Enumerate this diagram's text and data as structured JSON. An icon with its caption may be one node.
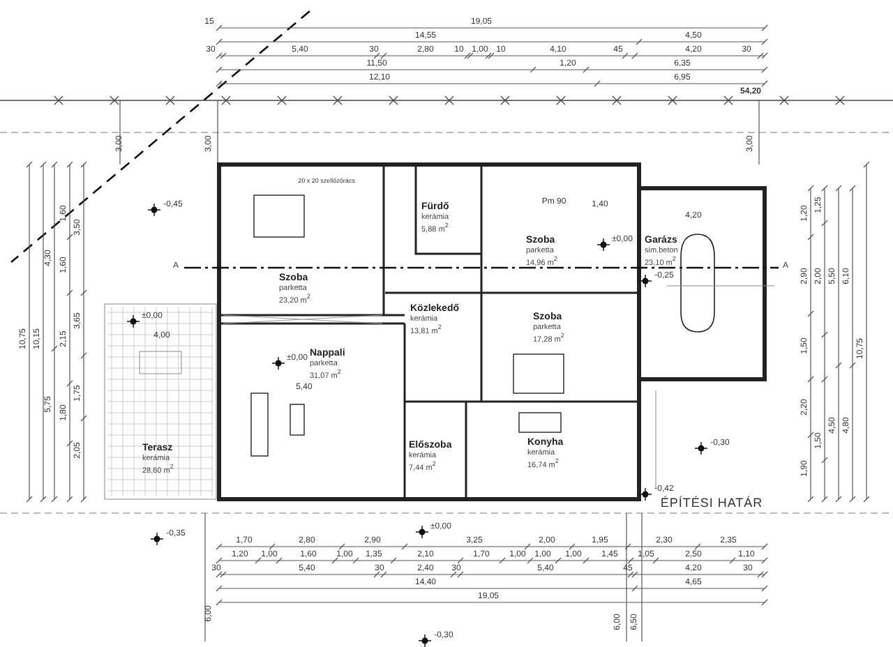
{
  "diagram": {
    "nodes": [
      {
        "text": [
          "Szoba",
          "parketta",
          "23,20 m$^{2}$"
        ]
      },
      {
        "text": [
          "Fürdő",
          "kerámia",
          "5,88 m$^{2}$"
        ]
      },
      {
        "text": [
          "Közlekedő",
          "kerámia",
          "13,81 m$^{2}$"
        ]
      },
      {
        "text": [
          "Szoba",
          "parketta",
          "14,96 m$^{2}$"
        ]
      },
      {
        "text": [
          "Garázs",
          "sim.beton",
          "23,10 m$^{2}$"
        ]
      },
      {
        "text": [
          "Nappali",
          "parketta",
          "31,07 m$^{2}$"
        ]
      },
      {
        "text": [
          "Szoba",
          "parketta",
          "17,28 m$^{2}$"
        ]
      },
      {
        "text": [
          "Terasz",
          "kerámia",
          "28,60 m$^{2}$"
        ]
      },
      {
        "text": [
          "Előszoba",
          "kerámia",
          "7,44 m$^{2}$"
        ]
      },
      {
        "text": [
          "Konyha",
          "kerámia",
          "16,74 m$^{2}$"
        ]
      }
    ],
    "labels": [
      "15",
      "19,05",
      "14,55",
      "4,50",
      "30",
      "5,40",
      "30",
      "2,80",
      "10",
      "1,00",
      "10",
      "4,10",
      "45",
      "4,20",
      "30",
      "11,50",
      "1,20",
      "6,35",
      "12,10",
      "6,95",
      "54,20",
      "3,00",
      "3,00",
      "3,00",
      "10,75",
      "10,15",
      "4,30",
      "5,75",
      "1,60",
      "1,60",
      "2,15",
      "1,80",
      "3,50",
      "3,65",
      "1,75",
      "2,05",
      "1,20",
      "2,90",
      "1,50",
      "2,20",
      "1,90",
      "1,25",
      "2,00",
      "1,50",
      "5,50",
      "4,50",
      "6,10",
      "4,80",
      "10,75",
      "20 x 20 szellőzőrács",
      "Pm 90",
      "1,40",
      "4,20",
      "4,00",
      "5,40",
      "-0,45",
      "±0,00",
      "±0,00",
      "±0,00",
      "-0,25",
      "-0,35",
      "±0,00",
      "-0,42",
      "-0,30",
      "-0,30",
      "ÉPÍTÉSI HATÁR",
      "1,70",
      "2,80",
      "2,90",
      "3,25",
      "2,00",
      "1,95",
      "2,30",
      "2,35",
      "1,20",
      "1,00",
      "1,60",
      "1,00",
      "1,35",
      "2,10",
      "1,70",
      "1,00",
      "1,00",
      "1,00",
      "1,45",
      "1,05",
      "2,50",
      "1,10",
      "30",
      "5,40",
      "30",
      "2,40",
      "30",
      "5,40",
      "45",
      "4,20",
      "30",
      "14,40",
      "4,65",
      "19,05",
      "6,00",
      "6,00",
      "6,50",
      "A",
      "A"
    ]
  }
}
